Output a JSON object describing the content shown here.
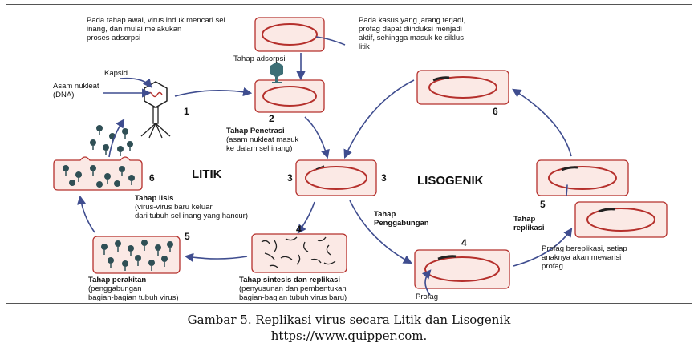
{
  "diagram": {
    "phase_labels": {
      "lytic": "LITIK",
      "lysogenic": "LISOGENIK"
    },
    "annotations": {
      "initial_stage": [
        "Pada tahap awal, virus induk mencari sel",
        "inang, dan mulai melakukan",
        "proses adsorpsi"
      ],
      "rare_case": [
        "Pada kasus yang jarang terjadi,",
        "profag dapat diinduksi menjadi",
        "aktif, sehingga masuk ke siklus",
        "litik"
      ],
      "capsid": "Kapsid",
      "nucleic_acid": [
        "Asam nukleat",
        "(DNA)"
      ],
      "adsorption": "Tahap adsorpsi",
      "penetration": [
        "Tahap Penetrasi",
        "(asam nukleat masuk",
        "ke dalam sel inang)"
      ],
      "lysis": [
        "Tahap lisis",
        "(virus-virus baru keluar",
        "dari tubuh sel inang yang hancur)"
      ],
      "assembly": [
        "Tahap perakitan",
        "(penggabungan",
        "bagian-bagian tubuh virus)"
      ],
      "synthesis": [
        "Tahap sintesis dan replikasi",
        "(penyusunan dan pembentukan",
        "bagian-bagian tubuh virus baru)"
      ],
      "integration": [
        "Tahap",
        "Penggabungan"
      ],
      "replication": [
        "Tahap",
        "replikasi"
      ],
      "prophage_replicates": [
        "Profag bereplikasi, setiap",
        "anaknya akan mewarisi",
        "profag"
      ],
      "prophage": "Profag"
    },
    "step_numbers": {
      "n1": "1",
      "n2": "2",
      "n3_left": "3",
      "n3_right": "3",
      "n4_lytic": "4",
      "n5_lytic": "5",
      "n6_lytic": "6",
      "n4_lyso": "4",
      "n5_lyso": "5",
      "n6_lyso": "6"
    },
    "colors": {
      "cell_fill": "#fbe9e5",
      "cell_border": "#b5302c",
      "arrow": "#3f4d8f",
      "prophage": "#222222",
      "phage_head": "#3d6f76"
    }
  },
  "caption": {
    "line1": "Gambar 5. Replikasi virus secara Litik dan Lisogenik",
    "line2": "https://www.quipper.com."
  }
}
